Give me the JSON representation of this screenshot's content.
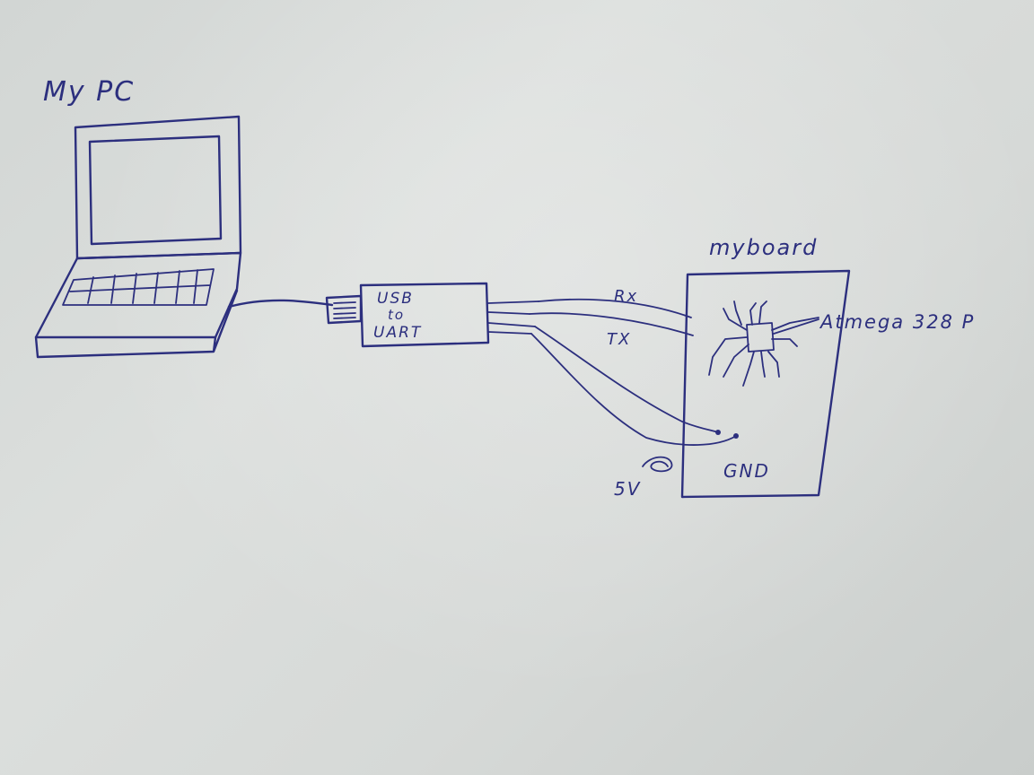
{
  "labels": {
    "pc": "My PC",
    "converter_line1": "USB",
    "converter_line2": "to",
    "converter_line3": "UART",
    "board": "myboard",
    "chip": "Atmega 328 P",
    "rx": "Rx",
    "tx": "TX",
    "power": "5V",
    "ground": "GND"
  },
  "colors": {
    "ink": "#2c2f7e",
    "paper": "#d6d9d7"
  }
}
